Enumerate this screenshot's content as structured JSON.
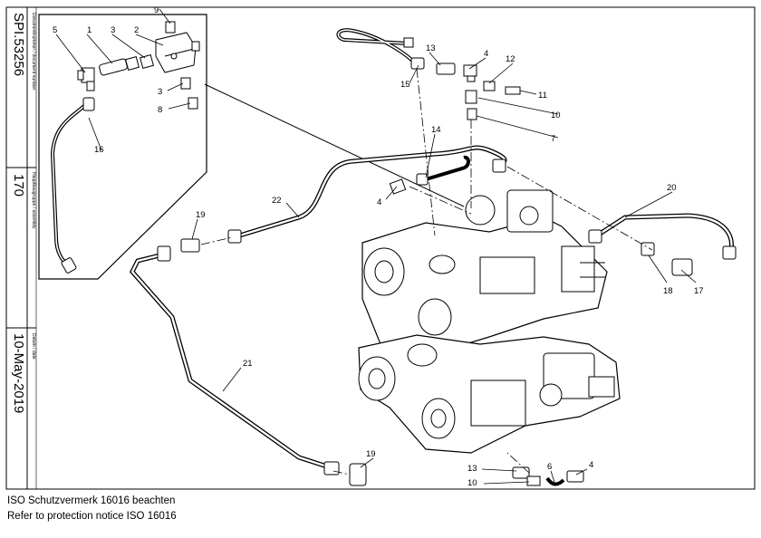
{
  "sidebar": {
    "doc_label": "Dokumentnummer / document number",
    "doc_value": "SPI.53256",
    "group_label": "Hauptbaugruppe / assembly",
    "group_value": "170",
    "date_label": "Datum / date",
    "date_value": "10-May-2019"
  },
  "callouts": [
    "5",
    "1",
    "3",
    "2",
    "9",
    "3",
    "8",
    "16",
    "15",
    "13",
    "4",
    "12",
    "11",
    "10",
    "7",
    "14",
    "4",
    "22",
    "19",
    "20",
    "18",
    "17",
    "21",
    "19",
    "13",
    "10",
    "6",
    "4"
  ],
  "notice": {
    "line1": "ISO Schutzvermerk 16016 beachten",
    "line2": "Refer to protection notice ISO 16016"
  }
}
